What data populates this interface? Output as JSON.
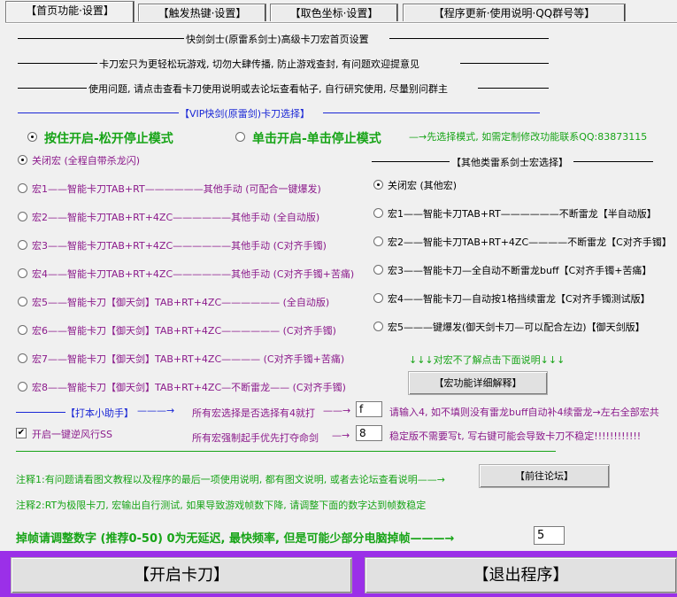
{
  "tabs": [
    {
      "label": "【首页功能·设置】"
    },
    {
      "label": "【触发热键·设置】"
    },
    {
      "label": "【取色坐标·设置】"
    },
    {
      "label": "【程序更新·使用说明·QQ群号等】"
    }
  ],
  "header": {
    "line1": "快剑剑士(原雷系剑士)高级卡刀宏首页设置",
    "line2": "卡刀宏只为更轻松玩游戏, 切勿大肆传播, 防止游戏查封, 有问题欢迎提意见",
    "line3": "使用问题, 请点击查看卡刀使用说明或去论坛查看帖子, 自行研究使用, 尽量别问群主"
  },
  "vip_section": {
    "title": "【VIP快剑(原雷剑)卡刀选择】"
  },
  "mode": {
    "hold_label": "按住开启-松开停止模式",
    "click_label": "单击开启-单击停止模式",
    "note": "先选择模式, 如需定制修改功能联系QQ:83873115"
  },
  "macros_left": [
    {
      "label": "关闭宏 (全程自带杀龙闪)",
      "selected": true
    },
    {
      "label": "宏1——智能卡刀TAB+RT——————其他手动 (可配合一键爆发)",
      "selected": false
    },
    {
      "label": "宏2——智能卡刀TAB+RT+4ZC——————其他手动 (全自动版)",
      "selected": false
    },
    {
      "label": "宏3——智能卡刀TAB+RT+4ZC——————其他手动 (C对齐手镯)",
      "selected": false
    },
    {
      "label": "宏4——智能卡刀TAB+RT+4ZC——————其他手动 (C对齐手镯+苦痛)",
      "selected": false
    },
    {
      "label": "宏5——智能卡刀【御天剑】TAB+RT+4ZC—————— (全自动版)",
      "selected": false
    },
    {
      "label": "宏6——智能卡刀【御天剑】TAB+RT+4ZC—————— (C对齐手镯)",
      "selected": false
    },
    {
      "label": "宏7——智能卡刀【御天剑】TAB+RT+4ZC———— (C对齐手镯+苦痛)",
      "selected": false
    },
    {
      "label": "宏8——智能卡刀【御天剑】TAB+RT+4ZC—不断雷龙—— (C对齐手镯)",
      "selected": false
    }
  ],
  "other_section": {
    "title": "【其他类雷系剑士宏选择】"
  },
  "macros_right": [
    {
      "label": "关闭宏 (其他宏)",
      "selected": true
    },
    {
      "label": "宏1——智能卡刀TAB+RT——————不断雷龙【半自动版】",
      "selected": false
    },
    {
      "label": "宏2——智能卡刀TAB+RT+4ZC————不断雷龙【C对齐手镯】",
      "selected": false
    },
    {
      "label": "宏3——智能卡刀—全自动不断雷龙buff【C对齐手镯+苦痛】",
      "selected": false
    },
    {
      "label": "宏4——智能卡刀—自动按1格挡续雷龙【C对齐手镯测试版】",
      "selected": false
    },
    {
      "label": "宏5———键爆发(御天剑卡刀—可以配合左边)【御天剑版】",
      "selected": false
    }
  ],
  "hint": {
    "arrows": "↓↓↓对宏不了解点击下面说明↓↓↓",
    "detail_button": "【宏功能详细解释】"
  },
  "assist": {
    "title": "【打本小助手】",
    "select4_label": "所有宏选择是否选择有4就打",
    "select4_value": "f",
    "select4_note": "请输入4, 如不填则没有雷龙buff自动补4续雷龙→左右全部宏共",
    "dodge_label": "开启一键逆风行SS",
    "dodge_checked": true,
    "force_label": "所有宏强制起手优先打夺命剑",
    "force_value": "8",
    "force_note": "稳定版不需要写t, 写右键可能会导致卡刀不稳定!!!!!!!!!!!!"
  },
  "notes": {
    "note1": "注释1:有问题请看图文教程以及程序的最后一项使用说明, 都有图文说明, 或者去论坛查看说明",
    "forum_button": "【前往论坛】",
    "note2": "注释2:RT为极限卡刀, 宏输出自行测试, 如果导致游戏帧数下降, 请调整下面的数字达到帧数稳定"
  },
  "frame": {
    "label": "掉帧请调整数字 (推荐0-50) 0为无延迟, 最快频率, 但是可能少部分电脑掉帧———",
    "value": "5"
  },
  "buttons": {
    "start": "【开启卡刀】",
    "exit": "【退出程序】"
  },
  "colors": {
    "accent_purple": "#9b30e8",
    "text_blue": "#1a27d6",
    "text_purple": "#8b1a8b",
    "text_green": "#17a417"
  }
}
